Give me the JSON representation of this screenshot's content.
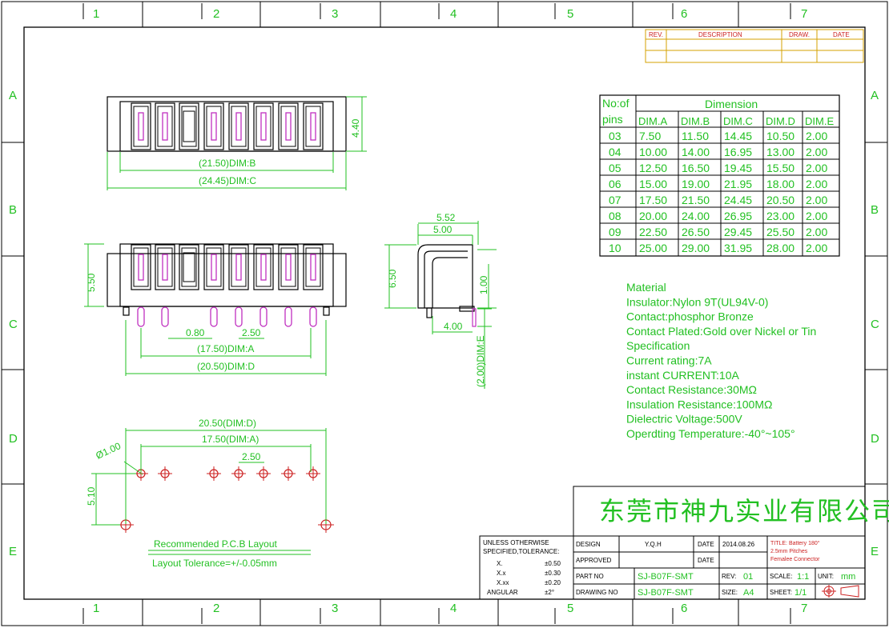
{
  "frame": {
    "columns": [
      "1",
      "2",
      "3",
      "4",
      "5",
      "6",
      "7"
    ],
    "rows": [
      "A",
      "B",
      "C",
      "D",
      "E"
    ]
  },
  "revision": {
    "headers": [
      "REV.",
      "DESCRIPTION",
      "DRAW.",
      "DATE"
    ]
  },
  "dim_table": {
    "col0_header": [
      "No:of",
      "pins"
    ],
    "group_header": "Dimension",
    "headers": [
      "DIM.A",
      "DIM.B",
      "DIM.C",
      "DIM.D",
      "DIM.E"
    ],
    "rows": [
      [
        "03",
        "7.50",
        "11.50",
        "14.45",
        "10.50",
        "2.00"
      ],
      [
        "04",
        "10.00",
        "14.00",
        "16.95",
        "13.00",
        "2.00"
      ],
      [
        "05",
        "12.50",
        "16.50",
        "19.45",
        "15.50",
        "2.00"
      ],
      [
        "06",
        "15.00",
        "19.00",
        "21.95",
        "18.00",
        "2.00"
      ],
      [
        "07",
        "17.50",
        "21.50",
        "24.45",
        "20.50",
        "2.00"
      ],
      [
        "08",
        "20.00",
        "24.00",
        "26.95",
        "23.00",
        "2.00"
      ],
      [
        "09",
        "22.50",
        "26.50",
        "29.45",
        "25.50",
        "2.00"
      ],
      [
        "10",
        "25.00",
        "29.00",
        "31.95",
        "28.00",
        "2.00"
      ]
    ]
  },
  "specs": [
    "Material",
    "Insulator:Nylon 9T(UL94V-0)",
    "Contact:phosphor Bronze",
    "Contact Plated:Gold over Nickel or Tin",
    "Specification",
    "Current rating:7A",
    "instant CURRENT:10A",
    "Contact Resistance:30MΩ",
    "Insulation Resistance:100MΩ",
    "Dielectric Voltage:500V",
    "Operdting Temperature:-40°~105°"
  ],
  "dims": {
    "top_height": "4.40",
    "top_b": "(21.50)DIM:B",
    "top_c": "(24.45)DIM:C",
    "front_height": "5.50",
    "front_pin_dia": "0.80",
    "front_pitch": "2.50",
    "front_a": "(17.50)DIM:A",
    "front_d": "(20.50)DIM:D",
    "side_552": "5.52",
    "side_500": "5.00",
    "side_650": "6.50",
    "side_100": "1.00",
    "side_400": "4.00",
    "side_e": "(2.00)DIM:E",
    "pcb_d": "20.50(DIM:D)",
    "pcb_a": "17.50(DIM:A)",
    "pcb_hole": "Ø1.00",
    "pcb_pitch": "2.50",
    "pcb_510": "5.10"
  },
  "pcb_layout": {
    "title": "Recommended P.C.B Layout",
    "tolerance": "Layout Tolerance=+/-0.05mm"
  },
  "company": "东莞市神九实业有限公司",
  "tolerance": {
    "title1": "UNLESS OTHERWISE",
    "title2": "SPECIFIED,TOLERANCE:",
    "rows": [
      [
        "X.",
        "±0.50"
      ],
      [
        "X.x",
        "±0.30"
      ],
      [
        "X.xx",
        "±0.20"
      ],
      [
        "ANGULAR",
        "±2°"
      ]
    ]
  },
  "title_block": {
    "design_label": "DESIGN",
    "design_value": "Y.Q.H",
    "date_label": "DATE",
    "date_value": "2014.08.26",
    "approved_label": "APPROVED",
    "date2_label": "DATE",
    "title_lines": [
      "TITLE: Battery 180°",
      "2.5mm Pitches",
      "Femalee Connector"
    ],
    "part_label": "PART NO",
    "part_value": "SJ-B07F-SMT",
    "rev_label": "REV:",
    "rev_value": "01",
    "scale_label": "SCALE:",
    "scale_value": "1:1",
    "unit_label": "UNIT:",
    "unit_value": "mm",
    "drawing_label": "DRAWING NO",
    "drawing_value": "SJ-B07F-SMT",
    "size_label": "SIZE:",
    "size_value": "A4",
    "sheet_label": "SHEET:",
    "sheet_value": "1/1"
  }
}
